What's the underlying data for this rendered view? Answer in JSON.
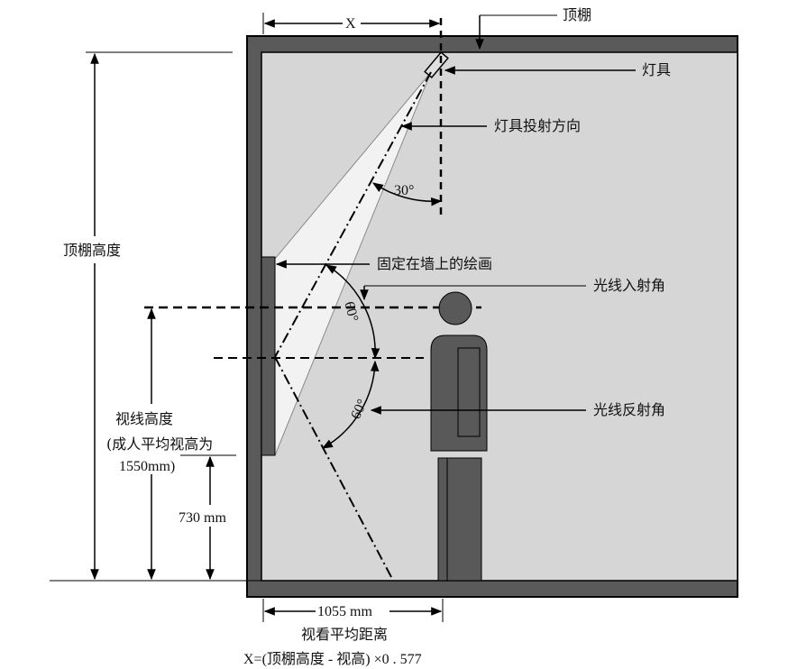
{
  "labels": {
    "ceiling": "顶棚",
    "fixture": "灯具",
    "projection_direction": "灯具投射方向",
    "angle_30": "30°",
    "ceiling_height": "顶棚高度",
    "painting": "固定在墙上的绘画",
    "incidence_angle": "光线入射角",
    "eye_height": "视线高度",
    "eye_height_note_1": "(成人平均视高为",
    "eye_height_note_2": "1550mm)",
    "angle_60_upper": "60°",
    "angle_60_lower": "60°",
    "reflection_angle": "光线反射角",
    "height_730": "730 mm",
    "dim_x": "X",
    "dim_1055": "1055 mm",
    "viewing_distance": "视看平均距离",
    "formula": "X=(顶棚高度 - 视高) ×0 . 577"
  },
  "colors": {
    "wall": "#5a5a5a",
    "room_fill": "#d6d6d6",
    "light_cone": "#f2f2f2",
    "person": "#595959",
    "line": "#000000"
  }
}
